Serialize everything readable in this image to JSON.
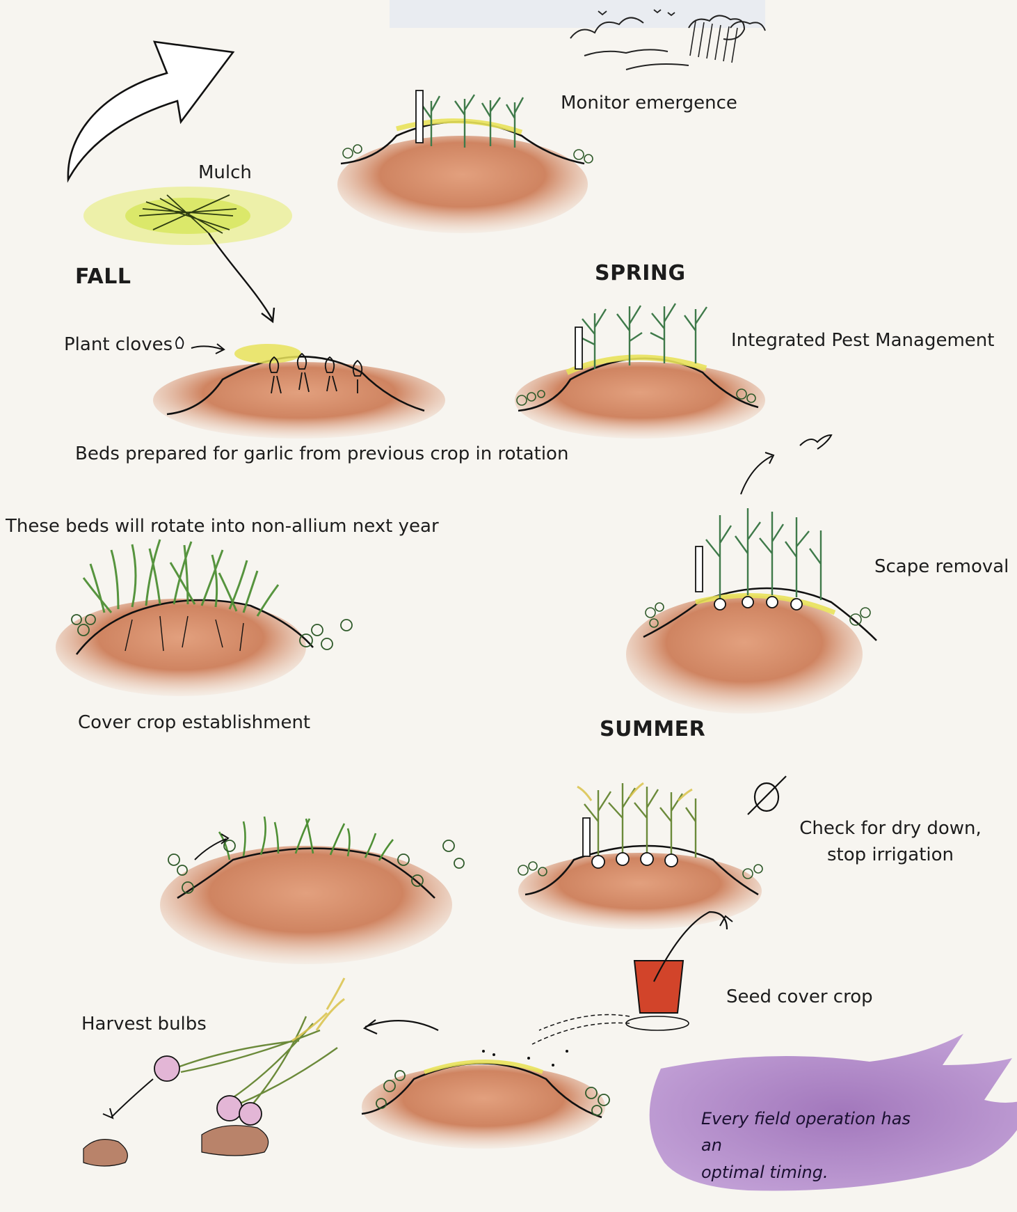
{
  "seasons": {
    "fall": "FALL",
    "spring": "SPRING",
    "summer": "SUMMER"
  },
  "labels": {
    "monitor_emergence": "Monitor emergence",
    "mulch": "Mulch",
    "plant_cloves": "Plant cloves",
    "beds_prepared": "Beds prepared for garlic from previous crop in rotation",
    "integrated_pest_management": "Integrated Pest Management",
    "rotate_note": "These beds will rotate into non-allium next year",
    "scape_removal": "Scape removal",
    "cover_crop_establishment": "Cover crop establishment",
    "check_dry_down_line1": "Check for dry down,",
    "check_dry_down_line2": "stop irrigation",
    "seed_cover_crop": "Seed cover crop",
    "harvest_bulbs": "Harvest bulbs"
  },
  "note": {
    "line1": "Every field operation has an",
    "line2": "optimal timing."
  },
  "colors": {
    "soil": "#c9724e",
    "soil_light": "#e4b79a",
    "mulch": "#e8e25a",
    "plant": "#3f7a4a",
    "grass": "#4e8f35",
    "bucket": "#d2442a",
    "wash": "#8d59b0"
  }
}
